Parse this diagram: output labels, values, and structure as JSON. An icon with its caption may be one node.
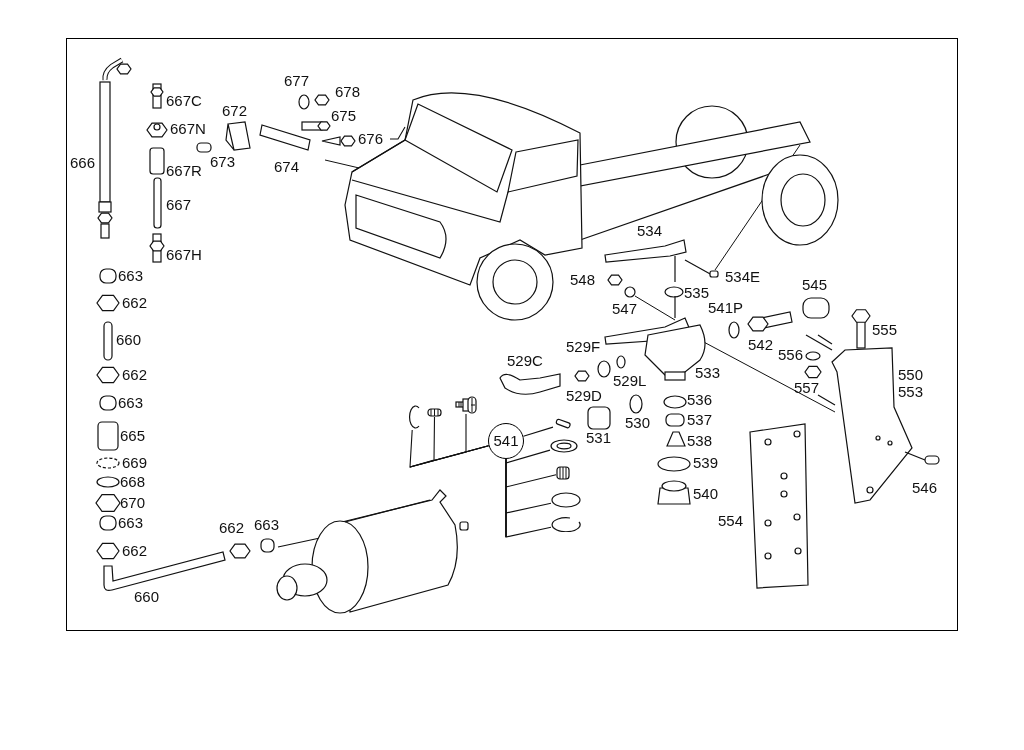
{
  "diagram": {
    "nodes": [
      {
        "text": [
          "676"
        ]
      },
      {
        "text": [
          "541"
        ]
      },
      {
        "text": [],
        "shape": "picture"
      },
      {
        "text": [],
        "shape": "picture"
      },
      {
        "text": [],
        "shape": "picture"
      },
      {
        "text": [],
        "shape": "box"
      },
      {
        "text": [],
        "shape": "picture"
      },
      {
        "text": [],
        "shape": "picture"
      },
      {
        "text": [],
        "shape": "circle"
      },
      {
        "text": [],
        "shape": "picture"
      }
    ],
    "edges": [
      {
        "from": 0,
        "to": null,
        "arrow": "none"
      },
      {
        "from": 1,
        "to": 5,
        "arrow": "none"
      },
      {
        "from": 1,
        "to": 2,
        "arrow": "none"
      },
      {
        "from": 1,
        "to": 3,
        "arrow": "none"
      },
      {
        "from": 1,
        "to": 4,
        "arrow": "none"
      },
      {
        "from": 1,
        "to": 6,
        "arrow": "none"
      },
      {
        "from": 1,
        "to": 7,
        "arrow": "none"
      },
      {
        "from": 1,
        "to": 8,
        "arrow": "none"
      },
      {
        "from": 1,
        "to": 9,
        "arrow": "none"
      }
    ],
    "labels": [
      "667C",
      "667N",
      "666",
      "672",
      "677",
      "678",
      "675",
      "673",
      "674",
      "667R",
      "667",
      "667H",
      "663",
      "662",
      "660",
      "662",
      "663",
      "665",
      "669",
      "668",
      "670",
      "663",
      "662",
      "660",
      "662",
      "663",
      "534",
      "548",
      "534E",
      "545",
      "535",
      "547",
      "541P",
      "555",
      "529F",
      "542",
      "556",
      "529C",
      "550",
      "553",
      "533",
      "529L",
      "557",
      "529D",
      "536",
      "530",
      "537",
      "531",
      "538",
      "539",
      "546",
      "540",
      "554"
    ]
  }
}
